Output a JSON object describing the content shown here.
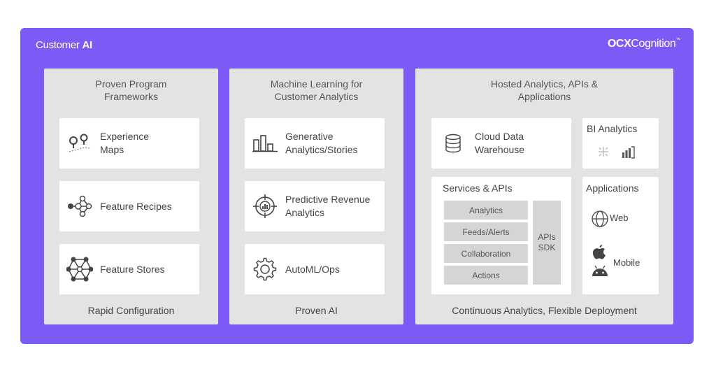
{
  "header": {
    "brand_left_a": "Customer ",
    "brand_left_b": "AI",
    "brand_right_a": "OCX",
    "brand_right_b": "Cognition",
    "brand_right_tm": "™"
  },
  "colors": {
    "frame": "#7c5af5",
    "panel": "#e3e3e3",
    "card": "#ffffff",
    "chip": "#d5d5d5"
  },
  "panels": [
    {
      "title": "Proven Program Frameworks",
      "footer": "Rapid Configuration",
      "cards": [
        {
          "label": "Experience Maps",
          "icon": "map-pins-icon"
        },
        {
          "label": "Feature Recipes",
          "icon": "network-icon"
        },
        {
          "label": "Feature Stores",
          "icon": "graph-store-icon"
        }
      ]
    },
    {
      "title": "Machine Learning for Customer Analytics",
      "footer": "Proven AI",
      "cards": [
        {
          "label": "Generative Analytics/Stories",
          "icon": "bar-chart-icon"
        },
        {
          "label": "Predictive Revenue Analytics",
          "icon": "target-icon"
        },
        {
          "label": "AutoML/Ops",
          "icon": "gear-icon"
        }
      ]
    },
    {
      "title": "Hosted Analytics, APIs & Applications",
      "footer": "Continuous Analytics, Flexible Deployment",
      "warehouse": {
        "label": "Cloud Data Warehouse",
        "icon": "database-icon"
      },
      "bi": {
        "title": "BI Analytics",
        "icons": [
          "tableau-icon",
          "powerbi-icon"
        ]
      },
      "services": {
        "title": "Services & APIs",
        "items": [
          "Analytics",
          "Feeds/Alerts",
          "Collaboration",
          "Actions"
        ],
        "side": "APIs SDK"
      },
      "applications": {
        "title": "Applications",
        "web": "Web",
        "mobile": "Mobile"
      }
    }
  ]
}
